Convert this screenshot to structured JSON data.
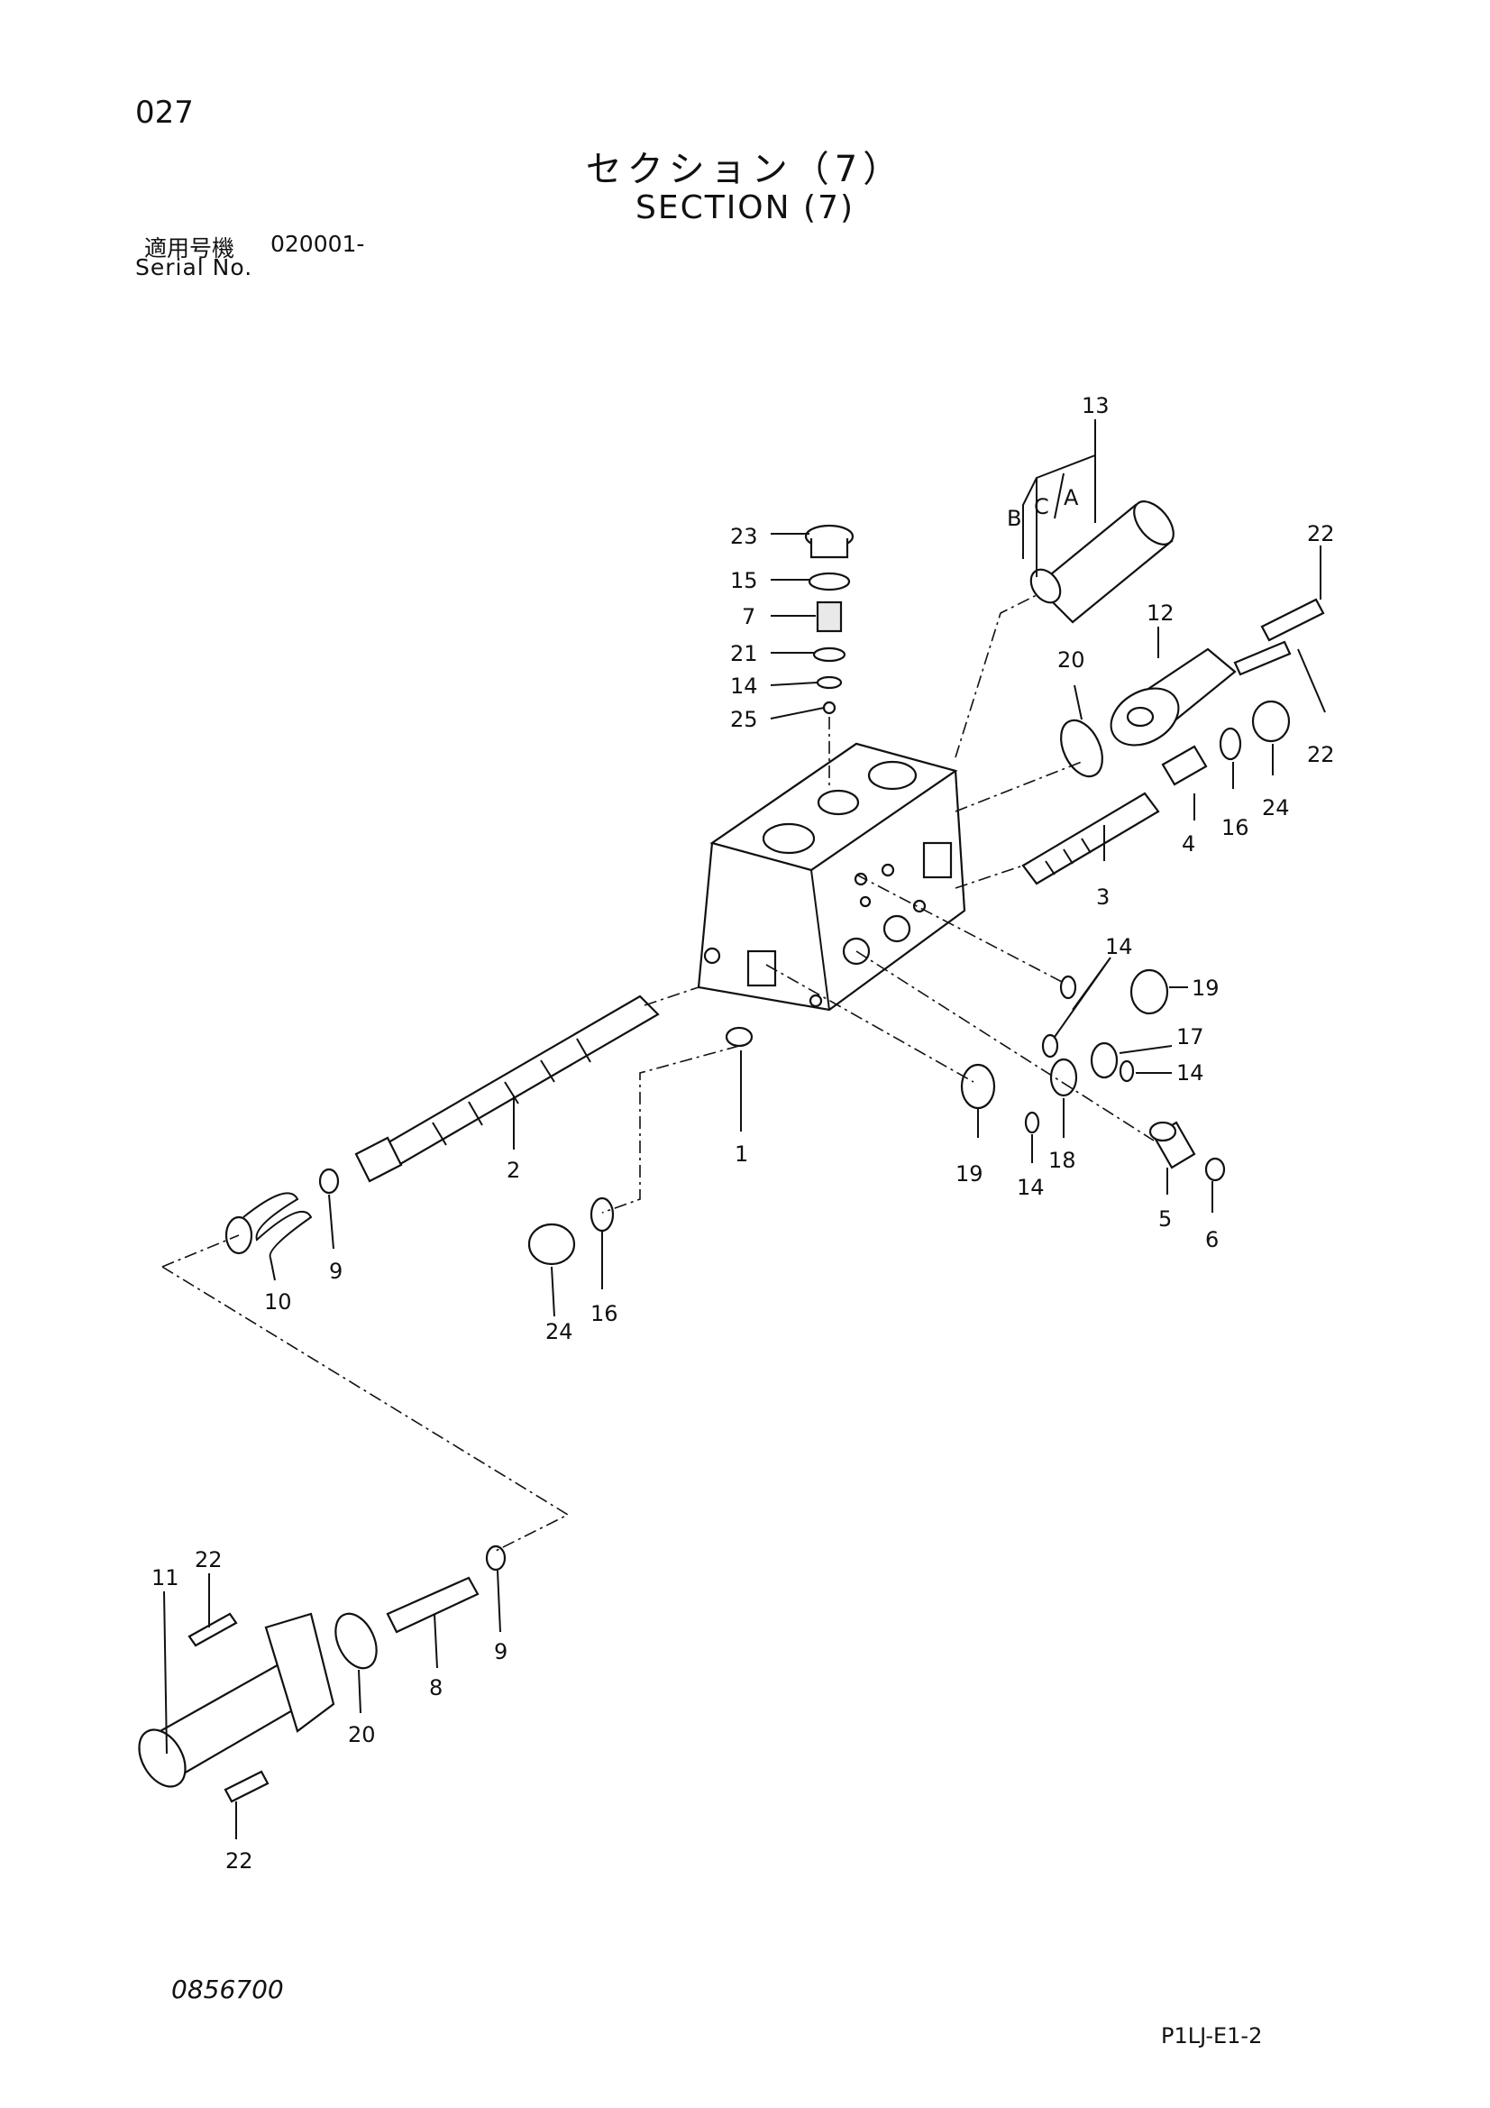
{
  "page_number": "027",
  "title_jp": "セクション（7）",
  "title_en": "SECTION (7)",
  "serial_label_jp": "適用号機",
  "serial_value": "020001-",
  "serial_label_en": "Serial No.",
  "doc_code": "0856700",
  "ref_code": "P1LJ-E1-2",
  "callouts": {
    "c1": "1",
    "c2": "2",
    "c3": "3",
    "c4": "4",
    "c5": "5",
    "c6": "6",
    "c7": "7",
    "c8": "8",
    "c9a": "9",
    "c9b": "9",
    "c10": "10",
    "c11": "11",
    "c12": "12",
    "c13": "13",
    "c13A": "A",
    "c13B": "B",
    "c13C": "C",
    "c14a": "14",
    "c14b": "14",
    "c14c": "14",
    "c14d": "14",
    "c15": "15",
    "c16a": "16",
    "c16b": "16",
    "c17": "17",
    "c18": "18",
    "c19a": "19",
    "c19b": "19",
    "c20a": "20",
    "c20b": "20",
    "c21": "21",
    "c22a": "22",
    "c22b": "22",
    "c22c": "22",
    "c22d": "22",
    "c23": "23",
    "c24a": "24",
    "c24b": "24",
    "c25": "25"
  }
}
